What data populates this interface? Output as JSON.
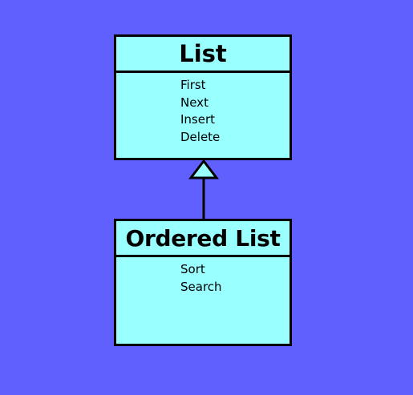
{
  "colors": {
    "background": "#6060ff",
    "box_fill": "#99ffff",
    "stroke": "#000000"
  },
  "classes": [
    {
      "name": "List",
      "operations": [
        "First",
        "Next",
        "Insert",
        "Delete"
      ]
    },
    {
      "name": "Ordered List",
      "operations": [
        "Sort",
        "Search"
      ]
    }
  ],
  "relationship": {
    "type": "generalization",
    "from": "Ordered List",
    "to": "List"
  }
}
